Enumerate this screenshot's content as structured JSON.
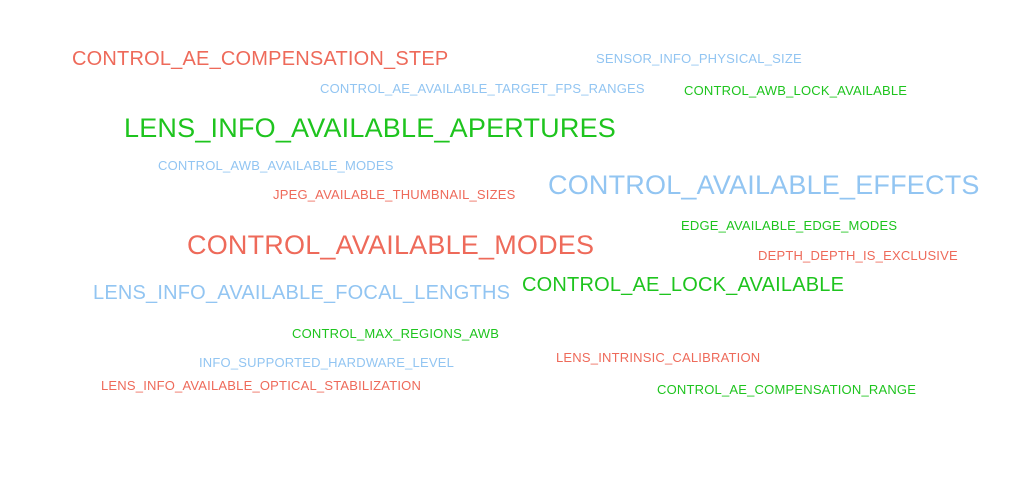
{
  "colors": {
    "red": "#ee6a5a",
    "green": "#1ec41e",
    "blue": "#92c5f2"
  },
  "words": [
    {
      "text": "CONTROL_AE_COMPENSATION_STEP",
      "color": "red",
      "weight": 4
    },
    {
      "text": "SENSOR_INFO_PHYSICAL_SIZE",
      "color": "blue",
      "weight": 1
    },
    {
      "text": "CONTROL_AE_AVAILABLE_TARGET_FPS_RANGES",
      "color": "blue",
      "weight": 1
    },
    {
      "text": "CONTROL_AWB_LOCK_AVAILABLE",
      "color": "green",
      "weight": 1
    },
    {
      "text": "LENS_INFO_AVAILABLE_APERTURES",
      "color": "green",
      "weight": 5
    },
    {
      "text": "CONTROL_AWB_AVAILABLE_MODES",
      "color": "blue",
      "weight": 1
    },
    {
      "text": "CONTROL_AVAILABLE_EFFECTS",
      "color": "blue",
      "weight": 5
    },
    {
      "text": "JPEG_AVAILABLE_THUMBNAIL_SIZES",
      "color": "red",
      "weight": 1
    },
    {
      "text": "EDGE_AVAILABLE_EDGE_MODES",
      "color": "green",
      "weight": 1
    },
    {
      "text": "CONTROL_AVAILABLE_MODES",
      "color": "red",
      "weight": 5
    },
    {
      "text": "DEPTH_DEPTH_IS_EXCLUSIVE",
      "color": "red",
      "weight": 1
    },
    {
      "text": "LENS_INFO_AVAILABLE_FOCAL_LENGTHS",
      "color": "blue",
      "weight": 4
    },
    {
      "text": "CONTROL_AE_LOCK_AVAILABLE",
      "color": "green",
      "weight": 4
    },
    {
      "text": "CONTROL_MAX_REGIONS_AWB",
      "color": "green",
      "weight": 1
    },
    {
      "text": "INFO_SUPPORTED_HARDWARE_LEVEL",
      "color": "blue",
      "weight": 1
    },
    {
      "text": "LENS_INTRINSIC_CALIBRATION",
      "color": "red",
      "weight": 1
    },
    {
      "text": "LENS_INFO_AVAILABLE_OPTICAL_STABILIZATION",
      "color": "red",
      "weight": 1
    },
    {
      "text": "CONTROL_AE_COMPENSATION_RANGE",
      "color": "green",
      "weight": 1
    }
  ]
}
